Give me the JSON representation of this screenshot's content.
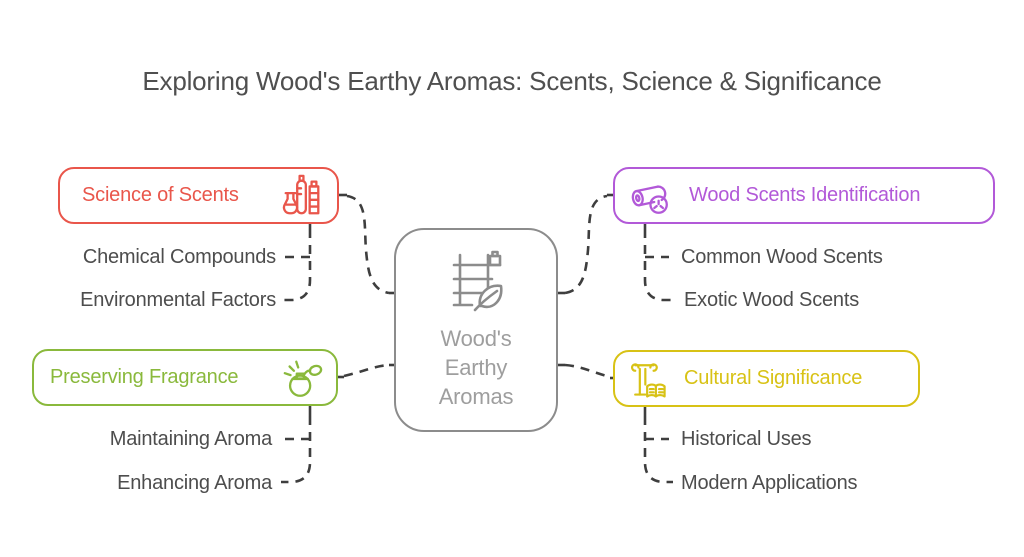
{
  "title": "Exploring Wood's Earthy Aromas: Scents, Science & Significance",
  "center": {
    "label": "Wood's Earthy Aromas",
    "label_lines": [
      "Wood's",
      "Earthy",
      "Aromas"
    ],
    "icon": "lumber-stack-leaf-icon"
  },
  "branches": [
    {
      "label": "Science of Scents",
      "color": "#e9564b",
      "icon": "distillery-lab-icon",
      "children": [
        "Chemical Compounds",
        "Environmental Factors"
      ]
    },
    {
      "label": "Preserving Fragrance",
      "color": "#8ab93c",
      "icon": "perfume-atomizer-icon",
      "children": [
        "Maintaining Aroma",
        "Enhancing Aroma"
      ]
    },
    {
      "label": "Wood Scents Identification",
      "color": "#b259d8",
      "icon": "wood-log-icon",
      "children": [
        "Common Wood Scents",
        "Exotic Wood Scents"
      ]
    },
    {
      "label": "Cultural Significance",
      "color": "#d8c215",
      "icon": "column-book-icon",
      "children": [
        "Historical Uses",
        "Modern Applications"
      ]
    }
  ],
  "colors": {
    "background": "#ffffff",
    "title_text": "#4f4f4f",
    "sub_text": "#4d4d4d",
    "connector": "#3e3e3e",
    "center_border": "#8c8c8c",
    "center_text": "#9e9e9e"
  }
}
